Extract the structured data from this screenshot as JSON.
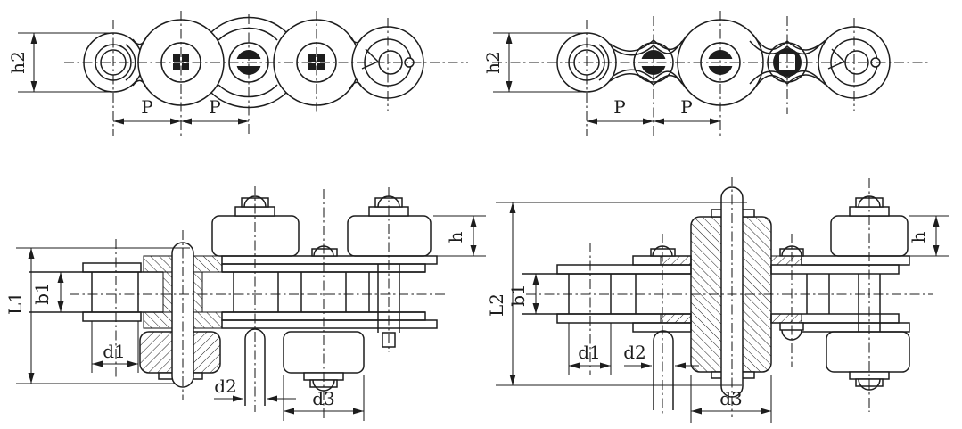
{
  "colors": {
    "line": "#1d1d1d",
    "background": "#ffffff"
  },
  "views": {
    "top_left": {
      "dim_h2": "h2",
      "dim_p1": "P",
      "dim_p2": "P"
    },
    "top_right": {
      "dim_h2": "h2",
      "dim_p1": "P",
      "dim_p2": "P"
    },
    "bottom_left": {
      "dim_length": "L1",
      "dim_b1": "b1",
      "dim_d1": "d1",
      "dim_d2": "d2",
      "dim_d3": "d3",
      "dim_h": "h"
    },
    "bottom_right": {
      "dim_length": "L2",
      "dim_b1": "b1",
      "dim_d1": "d1",
      "dim_d2": "d2",
      "dim_d3": "d3",
      "dim_h": "h"
    }
  }
}
